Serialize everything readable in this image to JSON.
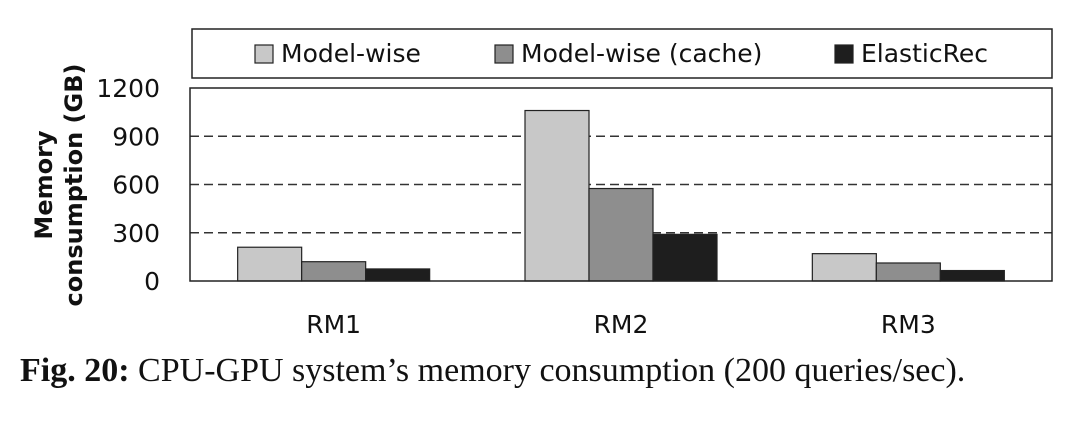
{
  "chart_data": {
    "type": "bar",
    "categories": [
      "RM1",
      "RM2",
      "RM3"
    ],
    "series": [
      {
        "name": "Model-wise",
        "values": [
          210,
          1060,
          170
        ],
        "color": "#c8c8c8"
      },
      {
        "name": "Model-wise (cache)",
        "values": [
          120,
          575,
          112
        ],
        "color": "#8e8e8e"
      },
      {
        "name": "ElasticRec",
        "values": [
          75,
          290,
          65
        ],
        "color": "#1e1e1e"
      }
    ],
    "ylabel_lines": [
      "Memory",
      "consumption (GB)"
    ],
    "yticks": [
      0,
      300,
      600,
      900,
      1200
    ],
    "ylim": [
      0,
      1200
    ],
    "grid": "dashed horizontal",
    "legend_position": "top"
  },
  "caption": {
    "label": "Fig. 20:",
    "text": " CPU-GPU system’s memory consumption (200 queries/sec)."
  }
}
